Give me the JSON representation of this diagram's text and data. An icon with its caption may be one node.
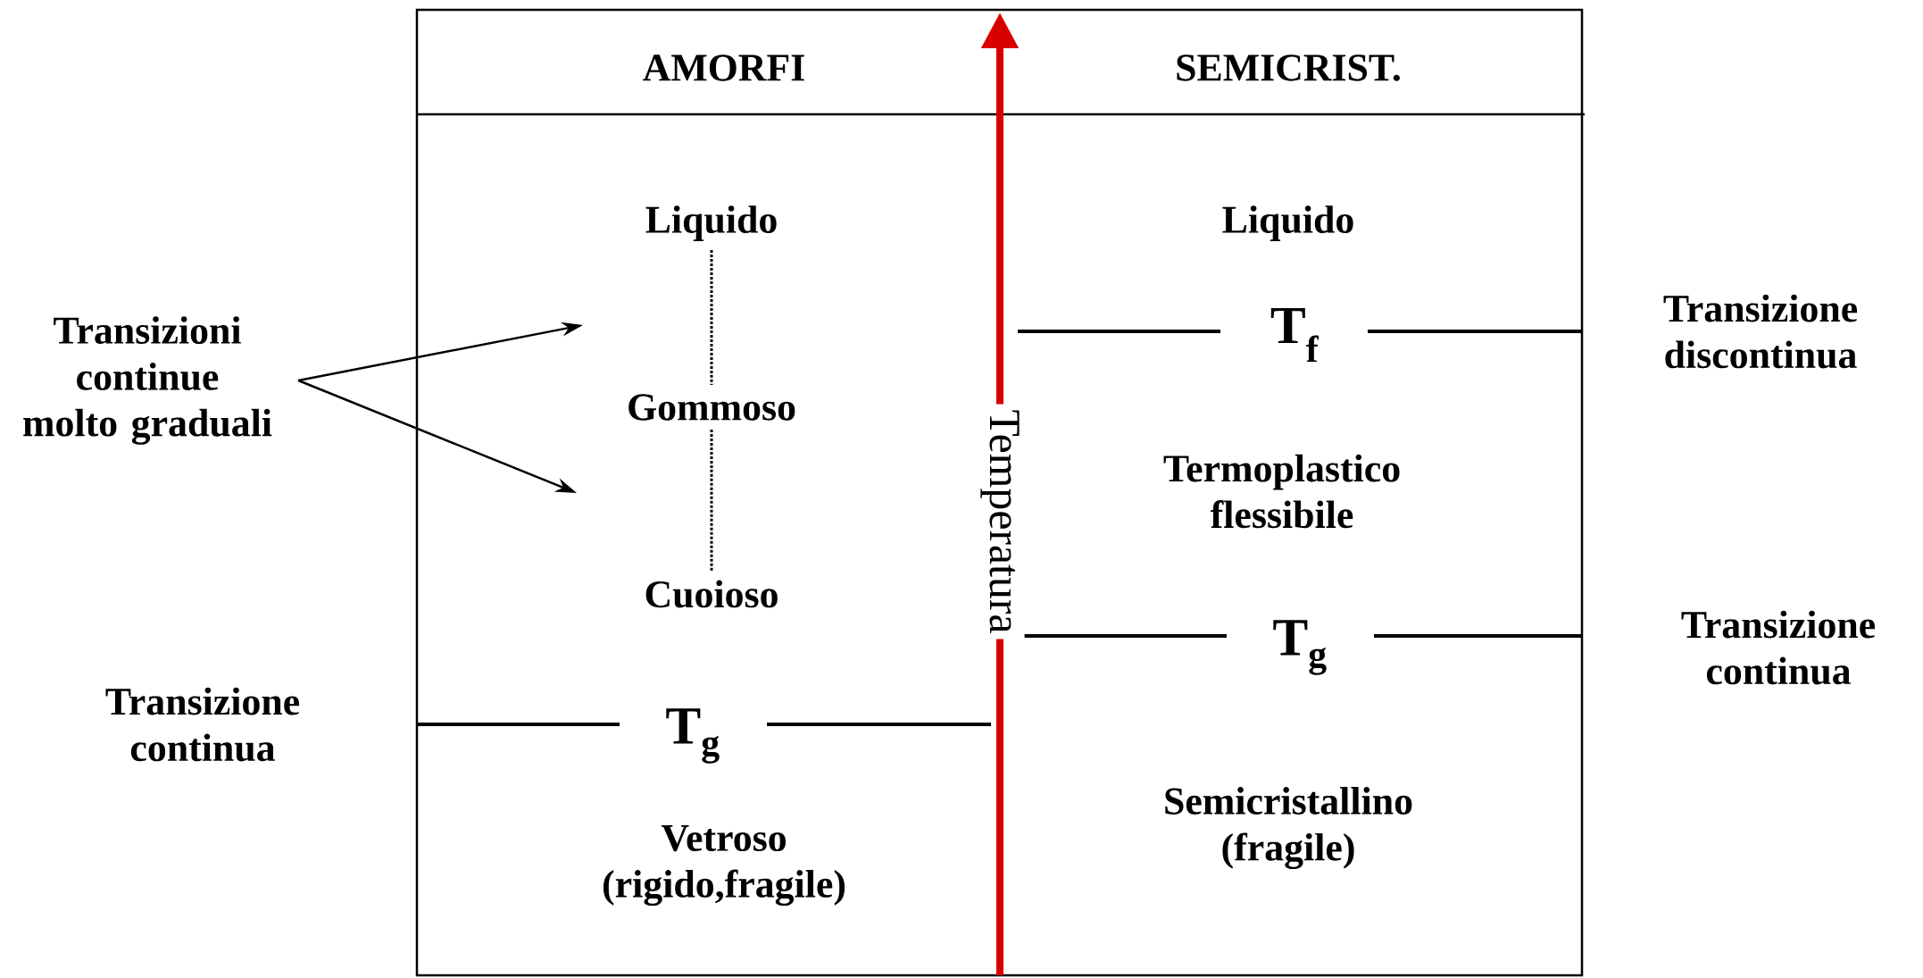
{
  "diagram": {
    "nodes": [
      {
        "text": [
          "Transizioni continue molto graduali"
        ]
      },
      {
        "text": [
          "Liquido"
        ]
      },
      {
        "text": [
          "Gommoso"
        ]
      },
      {
        "text": [
          "Cuoioso"
        ]
      }
    ],
    "edges": [
      {
        "from": 0,
        "to": null,
        "arrow": "to"
      },
      {
        "from": 0,
        "to": null,
        "arrow": "to"
      },
      {
        "from": 1,
        "to": 2,
        "arrow": "none",
        "style": "dashed"
      },
      {
        "from": 2,
        "to": 3,
        "arrow": "none",
        "style": "dashed"
      }
    ],
    "labels": [
      "AMORFI",
      "SEMICRIST.",
      "Liquido",
      "Transizione discontinua",
      "T$_{f}$",
      "Termoplastico flessibile",
      "Transizione continua",
      "T$_{g}$",
      "Semicristallino (fragile)",
      "Transizione continua",
      "T$_{g}$",
      "Vetroso (rigido,fragile)",
      "Temperatura"
    ]
  }
}
